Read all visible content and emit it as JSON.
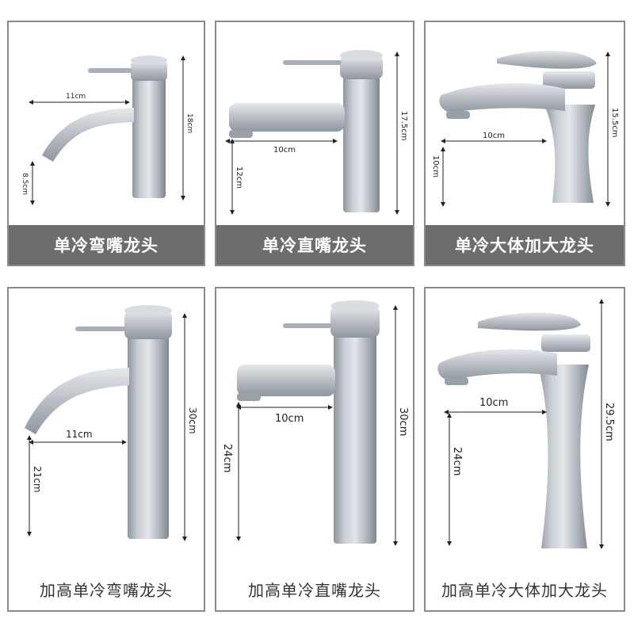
{
  "panels": [
    {
      "title": "单冷弯嘴龙头",
      "dims": {
        "reach": "11cm",
        "height": "18cm",
        "spout_height": "8.5cm"
      }
    },
    {
      "title": "单冷直嘴龙头",
      "dims": {
        "reach": "10cm",
        "height": "17.5cm",
        "spout_height": "12cm"
      }
    },
    {
      "title": "单冷大体加大龙头",
      "dims": {
        "reach": "10cm",
        "height": "15.5cm",
        "spout_height": "10cm"
      }
    },
    {
      "title": "加高单冷弯嘴龙头",
      "dims": {
        "reach": "11cm",
        "height": "30cm",
        "spout_height": "21cm"
      }
    },
    {
      "title": "加高单冷直嘴龙头",
      "dims": {
        "reach": "10cm",
        "height": "30cm",
        "spout_height": "24cm"
      }
    },
    {
      "title": "加高单冷大体加大龙头",
      "dims": {
        "reach": "10cm",
        "height": "29.5cm",
        "spout_height": "24cm"
      }
    }
  ],
  "colors": {
    "frame": "#8a8a8a",
    "caption_bg": "#6d6d6d",
    "steel_light": "#d6dadf",
    "steel_dark": "#8e959d"
  }
}
